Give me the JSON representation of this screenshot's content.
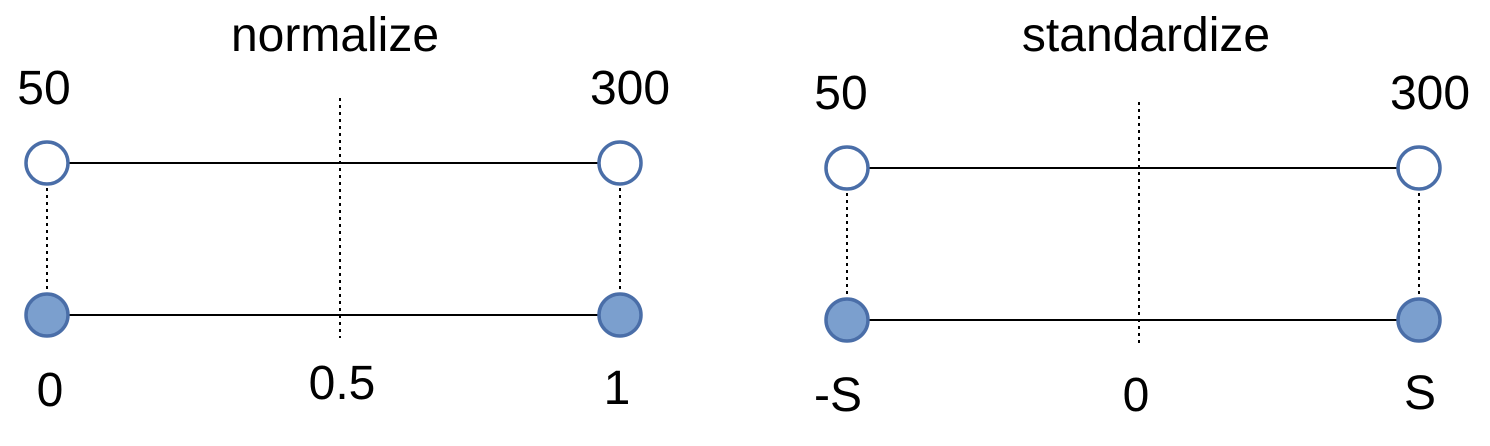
{
  "colors": {
    "outline": "#4a6ea8",
    "fill_filled": "#7b9fce",
    "fill_empty": "#ffffff",
    "line": "#000000"
  },
  "panels": [
    {
      "title": "normalize",
      "top_left_value": "50",
      "top_right_value": "300",
      "bottom_left_value": "0",
      "bottom_mid_value": "0.5",
      "bottom_right_value": "1"
    },
    {
      "title": "standardize",
      "top_left_value": "50",
      "top_right_value": "300",
      "bottom_left_value": "-S",
      "bottom_mid_value": "0",
      "bottom_right_value": "S"
    }
  ]
}
